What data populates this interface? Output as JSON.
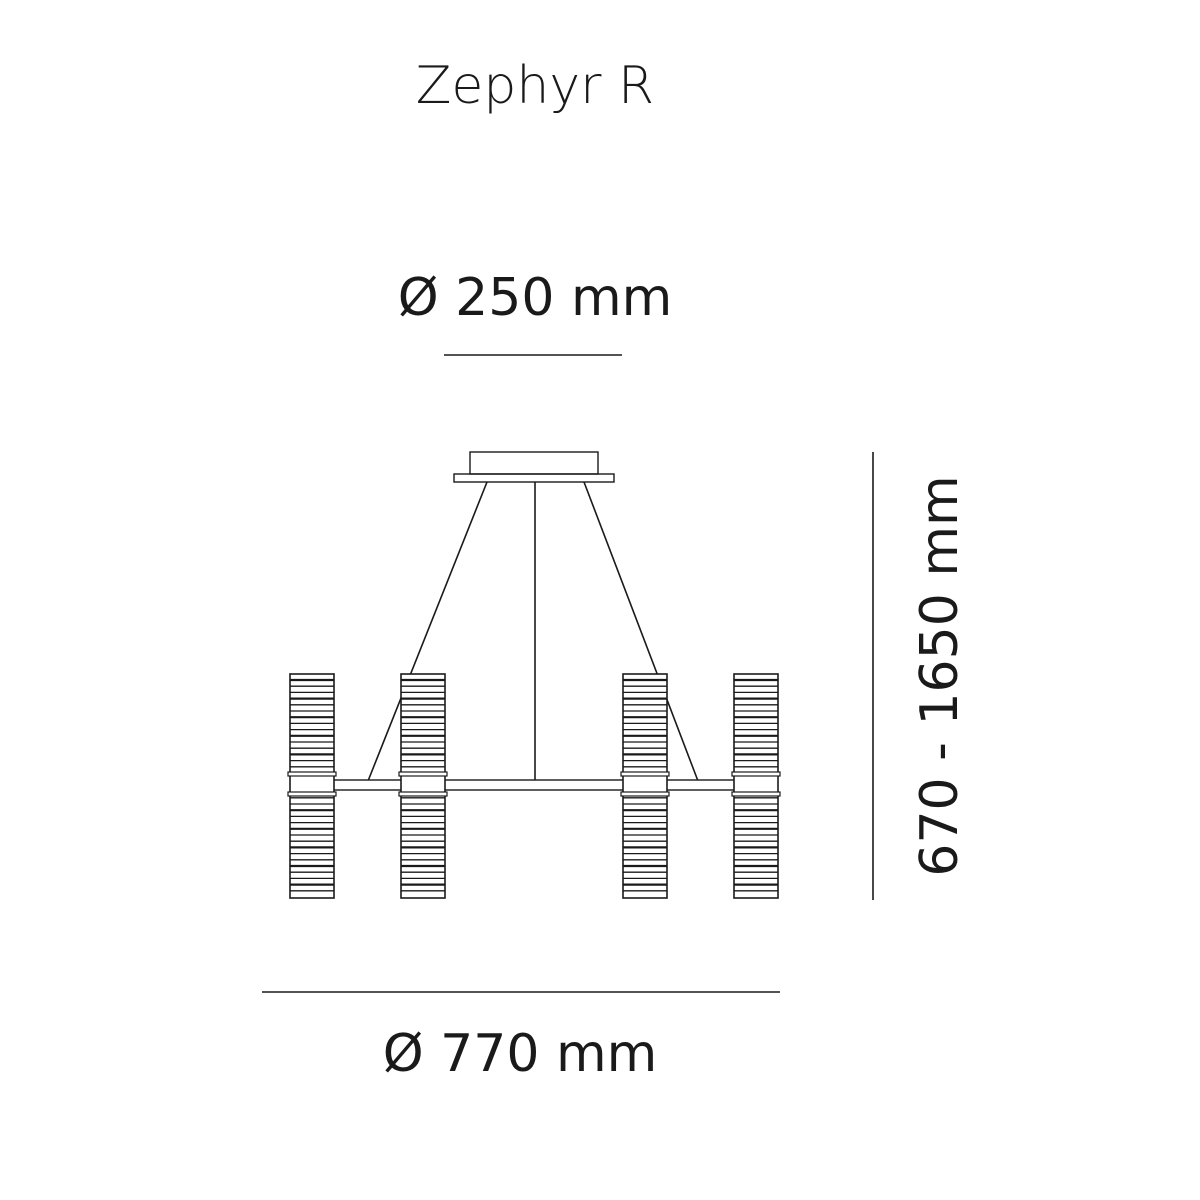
{
  "title": "Zephyr R",
  "dimensions": {
    "canopy_diameter": "Ø 250 mm",
    "overall_diameter": "Ø 770 mm",
    "height_range": "670 - 1650 mm"
  },
  "colors": {
    "line": "#1a1a1a",
    "background": "#ffffff"
  }
}
